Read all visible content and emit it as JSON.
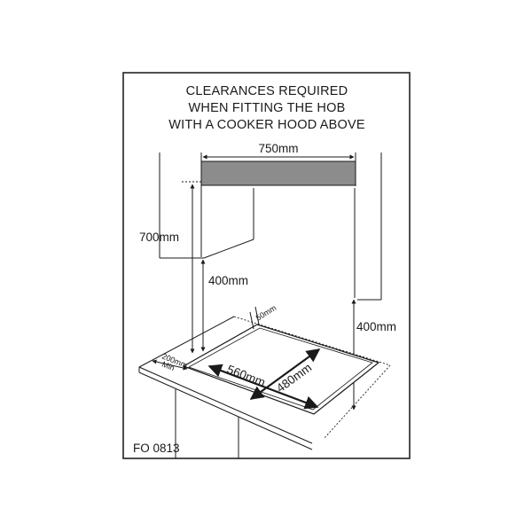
{
  "title": {
    "line1": "CLEARANCES REQUIRED",
    "line2": "WHEN FITTING THE HOB",
    "line3": "WITH A COOKER HOOD ABOVE"
  },
  "dimensions": {
    "hood_width": "750mm",
    "cabinet_height": "700mm",
    "left_clearance": "400mm",
    "right_clearance": "400mm",
    "hob_width": "560mm",
    "hob_depth": "480mm",
    "rear_clearance": "50mm",
    "side_clearance_line1": "200mm",
    "side_clearance_line2": "Min"
  },
  "figure_code": "FO 0813",
  "colors": {
    "hood": "#8c8c8c",
    "ink": "#1a1a1a",
    "frame": "#222222"
  }
}
